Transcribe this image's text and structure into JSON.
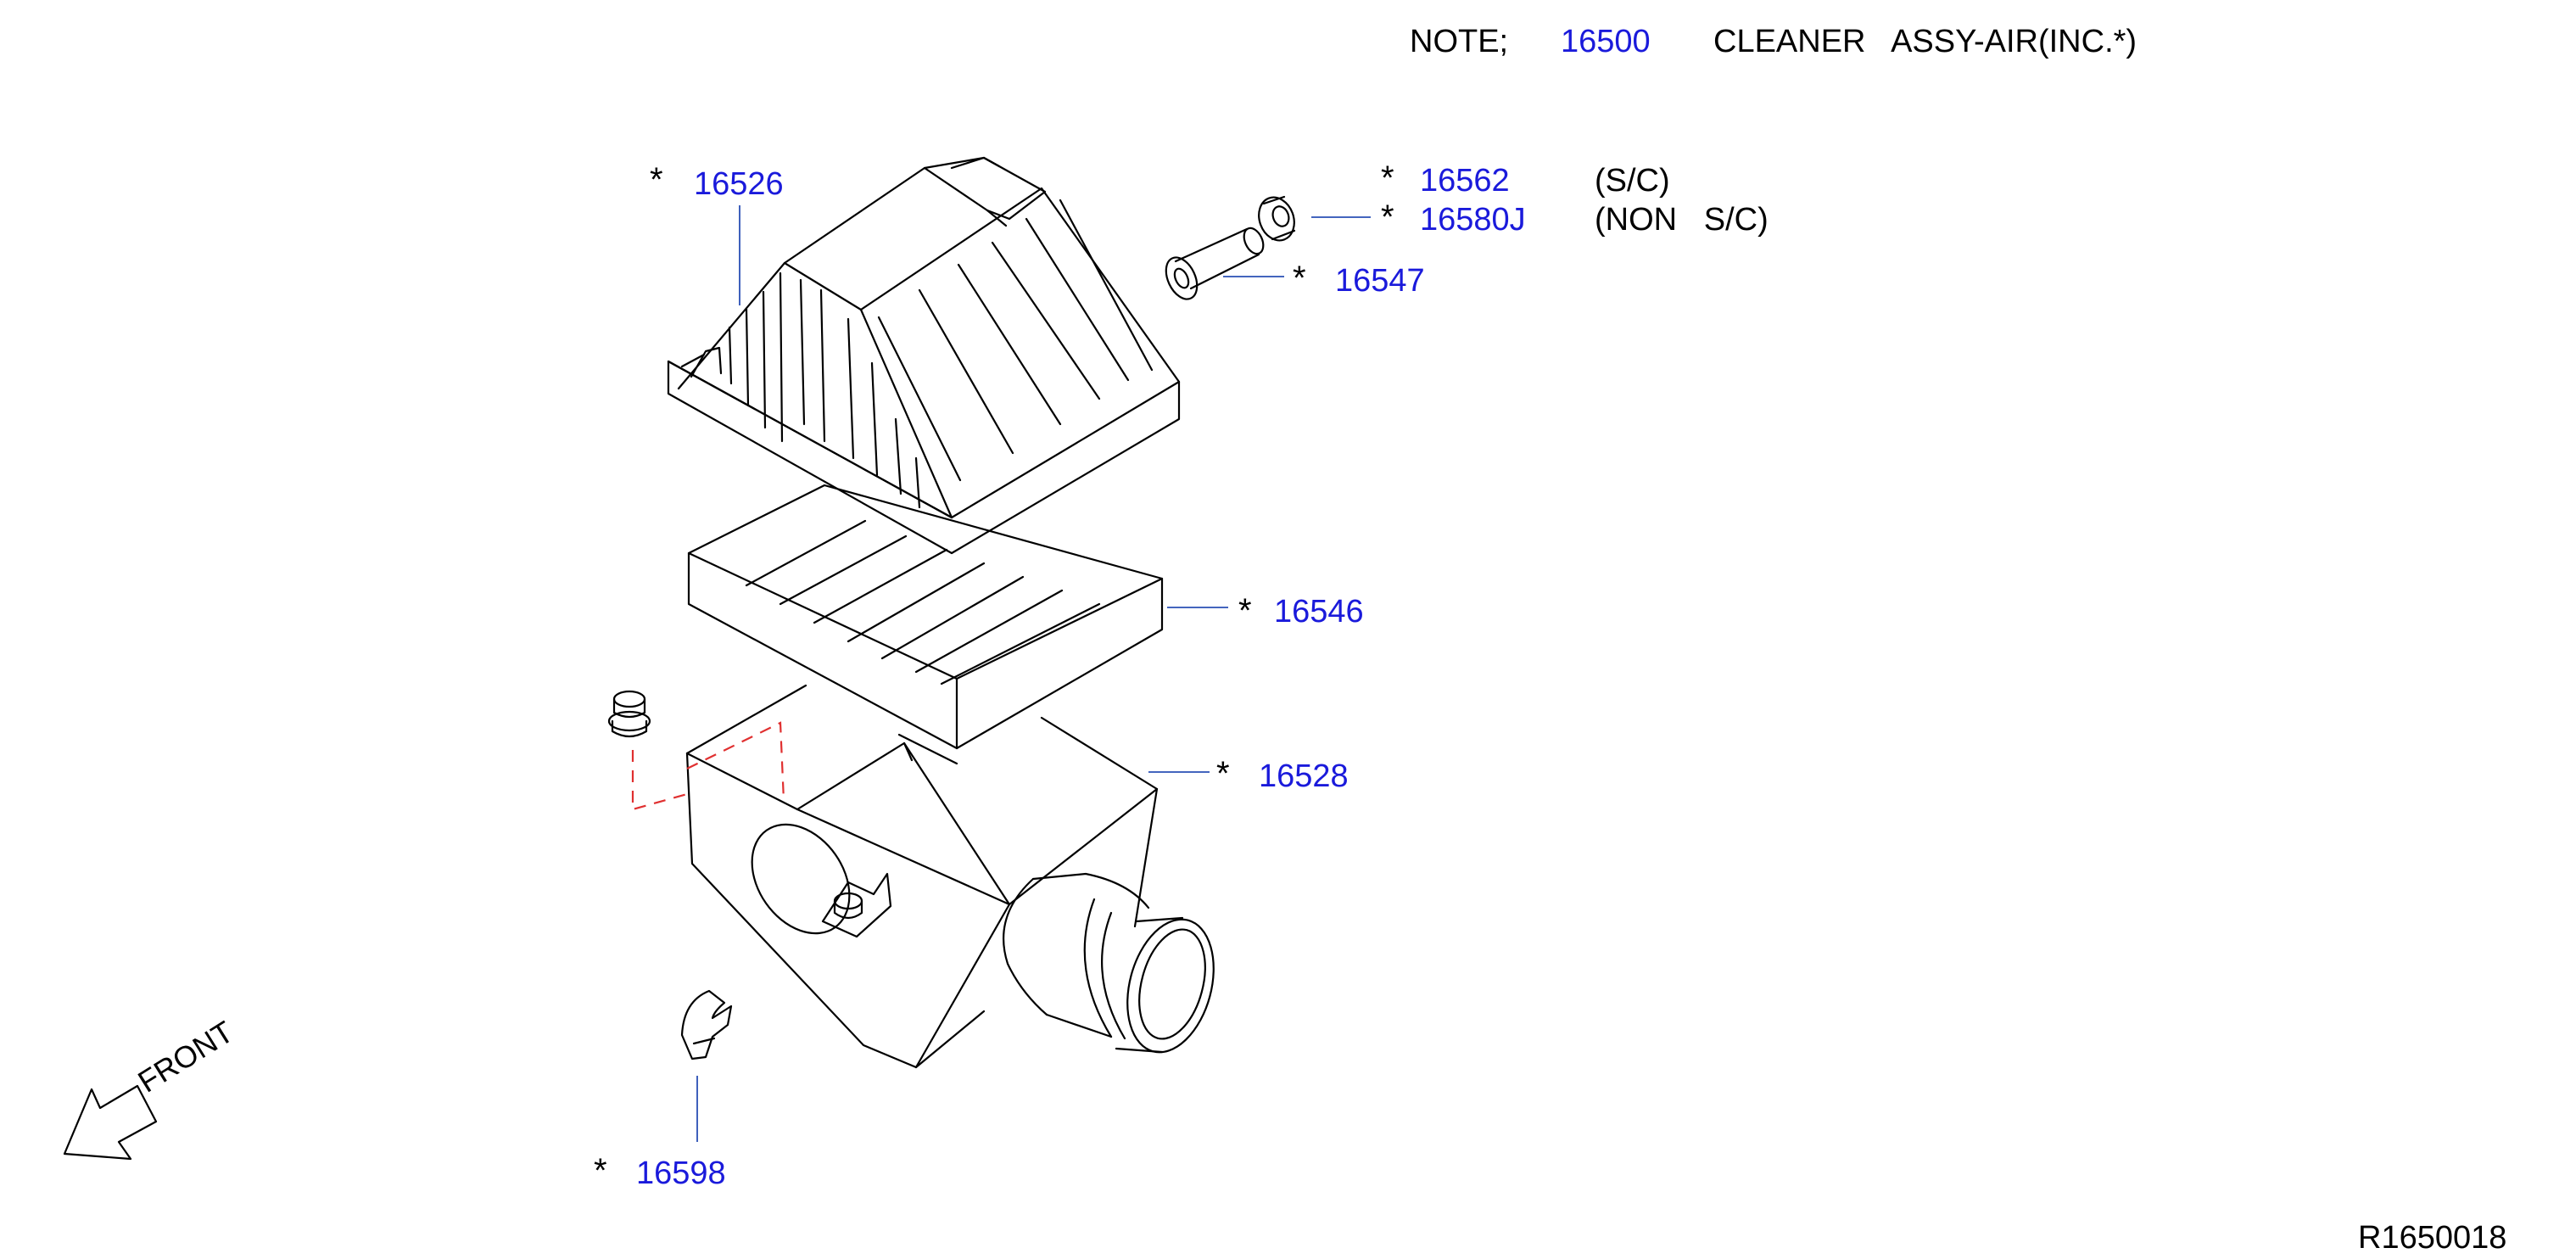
{
  "header": {
    "note_label": "NOTE;",
    "assy_part_no": "16500",
    "assy_desc": "CLEANER   ASSY-AIR(INC.*)"
  },
  "callouts": {
    "upper_cover": {
      "star": "*",
      "part_no": "16526"
    },
    "bolt_sc": {
      "star": "*",
      "part_no": "16562",
      "note": "(S/C)"
    },
    "bolt_non_sc": {
      "star": "*",
      "part_no": "16580J",
      "note": "(NON   S/C)"
    },
    "collar": {
      "star": "*",
      "part_no": "16547"
    },
    "filter_element": {
      "star": "*",
      "part_no": "16546"
    },
    "lower_body": {
      "star": "*",
      "part_no": "16528"
    },
    "clip": {
      "star": "*",
      "part_no": "16598"
    }
  },
  "front_arrow": {
    "label": "FRONT"
  },
  "figure_id": "R1650018",
  "colors": {
    "line": "#000000",
    "part_no": "#1a1adb",
    "leader": "#2a4fb5",
    "hidden": "#e03030"
  }
}
